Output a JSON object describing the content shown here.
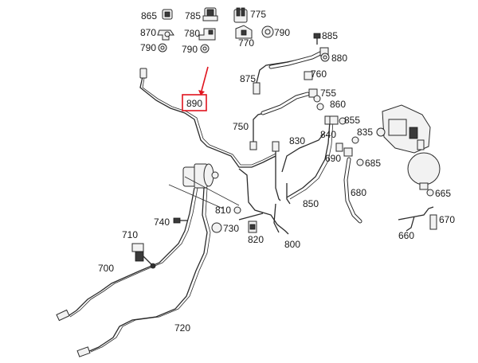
{
  "diagram": {
    "highlight": {
      "label": "890",
      "color": "#e0141e"
    },
    "part_labels": {
      "p865": "865",
      "p785": "785",
      "p775": "775",
      "p870": "870",
      "p780": "780",
      "p770": "770",
      "p790a": "790",
      "p790b": "790",
      "p790c": "790",
      "p885": "885",
      "p880": "880",
      "p875": "875",
      "p760": "760",
      "p755": "755",
      "p860": "860",
      "p855": "855",
      "p750": "750",
      "p835": "835",
      "p830": "830",
      "p840": "840",
      "p690": "690",
      "p685": "685",
      "p680": "680",
      "p850": "850",
      "p665": "665",
      "p670": "670",
      "p660": "660",
      "p810": "810",
      "p740": "740",
      "p730": "730",
      "p820": "820",
      "p710": "710",
      "p800": "800",
      "p700": "700",
      "p720": "720"
    }
  }
}
